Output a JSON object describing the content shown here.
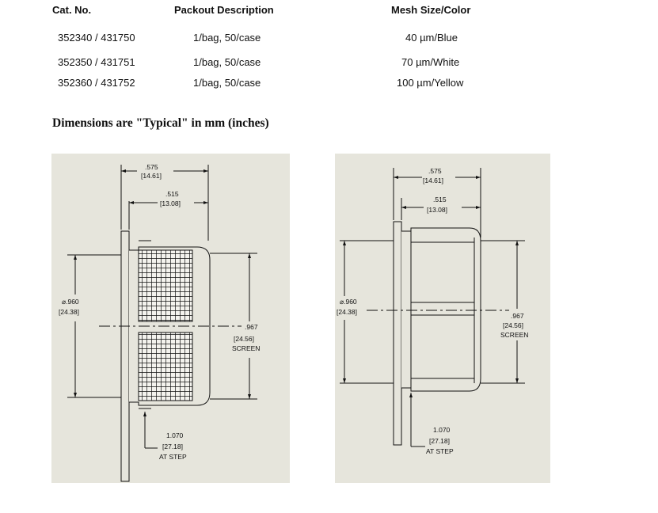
{
  "table": {
    "headers": {
      "cat": "Cat. No.",
      "packout": "Packout Description",
      "mesh": "Mesh Size/Color"
    },
    "rows": [
      {
        "cat": "352340 / 431750",
        "packout": "1/bag, 50/case",
        "mesh": "40 µm/Blue"
      },
      {
        "cat": "352350 / 431751",
        "packout": "1/bag, 50/case",
        "mesh": "70 µm/White"
      },
      {
        "cat": "352360 / 431752",
        "packout": "1/bag, 50/case",
        "mesh": "100 µm/Yellow"
      }
    ]
  },
  "dimensions_note": "Dimensions are \"Typical\" in mm (inches)",
  "drawing_left": {
    "dim_575": ".575",
    "dim_575_mm": "[14.61]",
    "dim_515": ".515",
    "dim_515_mm": "[13.08]",
    "dia": "⌀.960",
    "dia_mm": "[24.38]",
    "dim_967": ".967",
    "dim_967_mm": "[24.56]",
    "screen": "SCREEN",
    "dim_1070": "1.070",
    "dim_1070_mm": "[27.18]",
    "at_step": "AT STEP"
  },
  "drawing_right": {
    "dim_575": ".575",
    "dim_575_mm": "[14.61]",
    "dim_515": ".515",
    "dim_515_mm": "[13.08]",
    "dia": "⌀.960",
    "dia_mm": "[24.38]",
    "dim_967": ".967",
    "dim_967_mm": "[24.56]",
    "screen": "SCREEN",
    "dim_1070": "1.070",
    "dim_1070_mm": "[27.18]",
    "at_step": "AT STEP"
  }
}
